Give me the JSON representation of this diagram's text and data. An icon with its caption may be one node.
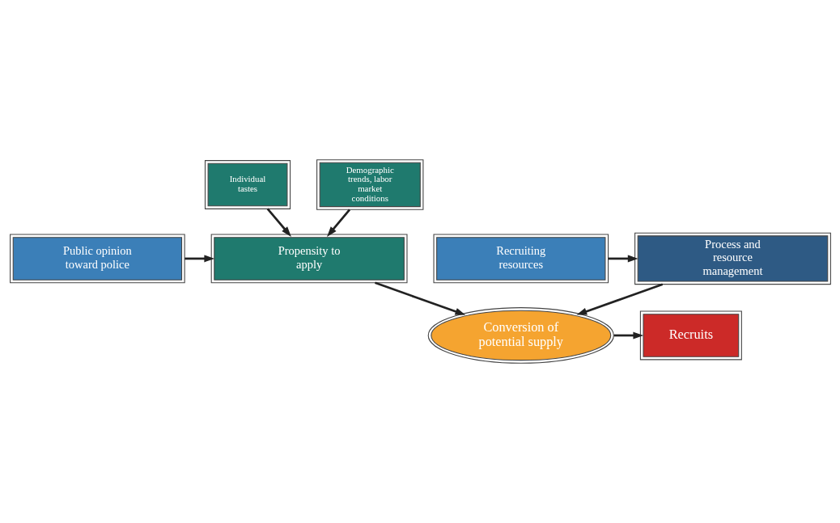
{
  "diagram": {
    "nodes": [
      {
        "text": [
          "Process and resource management"
        ]
      },
      {
        "text": [
          "Recruiting resources"
        ]
      },
      {
        "text": [
          "Conversion of potential supply"
        ]
      },
      {
        "text": [
          "Recruits"
        ]
      },
      {
        "text": [
          "Public opinion toward police"
        ]
      },
      {
        "text": [
          "Propensity to apply"
        ]
      },
      {
        "text": [
          "Individual tastes"
        ]
      },
      {
        "text": [
          "Demographic trends, labor market conditions"
        ]
      }
    ],
    "edges": [
      {
        "from": 1,
        "to": 0,
        "arrow": "to"
      },
      {
        "from": 0,
        "to": 2,
        "arrow": "to"
      },
      {
        "from": 2,
        "to": 3,
        "arrow": "to"
      },
      {
        "from": 4,
        "to": 5,
        "arrow": "to"
      },
      {
        "from": 5,
        "to": 2,
        "arrow": "to"
      },
      {
        "from": 6,
        "to": 5,
        "arrow": "to"
      },
      {
        "from": 7,
        "to": 5,
        "arrow": "to"
      }
    ]
  }
}
